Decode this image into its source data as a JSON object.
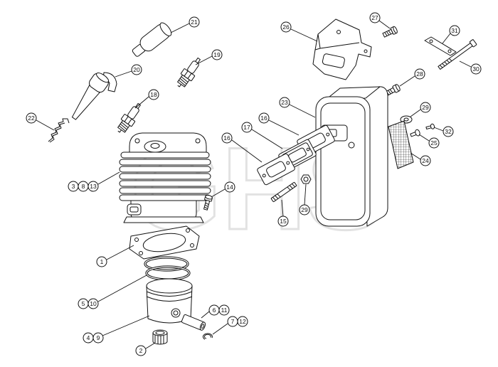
{
  "watermark": "GHS",
  "callouts": [
    "21",
    "19",
    "20",
    "18",
    "22",
    "3",
    "8",
    "13",
    "14",
    "1",
    "5",
    "10",
    "4",
    "9",
    "6",
    "11",
    "7",
    "12",
    "2",
    "26",
    "27",
    "31",
    "30",
    "28",
    "23",
    "16",
    "17",
    "16",
    "29",
    "32",
    "25",
    "24",
    "29",
    "15"
  ]
}
